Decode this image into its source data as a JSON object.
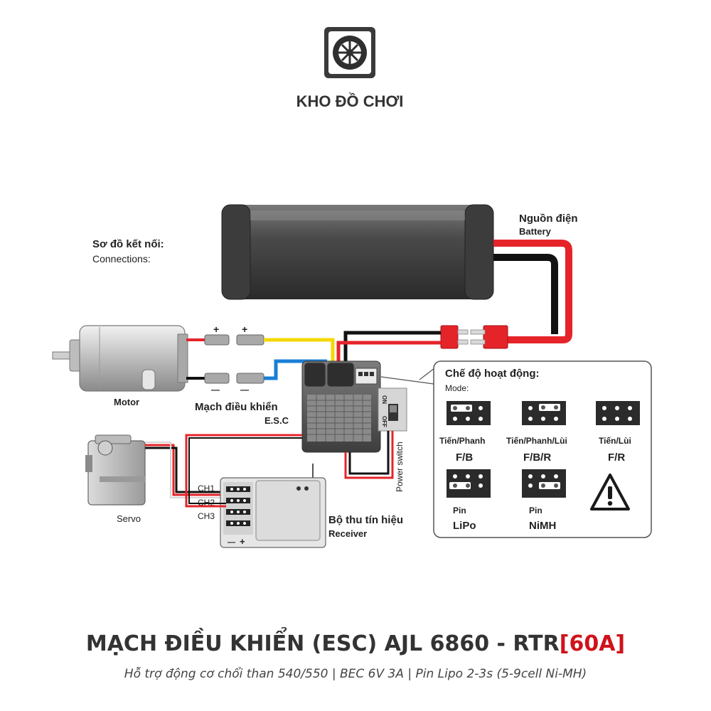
{
  "brand": {
    "name": "KHO ĐỒ CHƠI",
    "logo_icon": "wheel-icon"
  },
  "connections_label": {
    "vi": "Sơ đồ kết nối:",
    "en": "Connections:"
  },
  "battery_label": {
    "vi": "Nguồn điện",
    "en": "Battery"
  },
  "motor_label": "Motor",
  "esc_label": {
    "vi": "Mạch điều khiển",
    "en": "E.S.C"
  },
  "servo_label": "Servo",
  "receiver_label": {
    "vi": "Bộ thu tín hiệu",
    "en": "Receiver"
  },
  "receiver_channels": [
    "CH1",
    "CH2",
    "CH3"
  ],
  "receiver_polarity": {
    "neg": "—",
    "pos": "+"
  },
  "power_switch": {
    "label": "Power switch",
    "on": "ON",
    "off": "OFF"
  },
  "motor_polarity": {
    "pos": "+",
    "neg": "—"
  },
  "mode_panel": {
    "title": "Chế độ hoạt động:",
    "subtitle": "Mode:",
    "modes": [
      {
        "desc": "Tiến/Phanh",
        "code": "F/B"
      },
      {
        "desc": "Tiến/Phanh/Lùi",
        "code": "F/B/R"
      },
      {
        "desc": "Tiến/Lùi",
        "code": "F/R"
      }
    ],
    "battery_types": [
      {
        "prefix": "Pin",
        "type": "LiPo"
      },
      {
        "prefix": "Pin",
        "type": "NiMH"
      }
    ],
    "warning_icon": "warning-triangle-icon"
  },
  "product": {
    "title": "MẠCH ĐIỀU KHIỂN (ESC) AJL 6860 - RTR",
    "title_accent": "[60A]",
    "subtitle": "Hỗ trợ động cơ chổi than 540/550 | BEC 6V 3A | Pin Lipo 2-3s (5-9cell Ni-MH)"
  },
  "colors": {
    "accent": "#d0121b",
    "wire_red": "#e5242a",
    "wire_yellow": "#f5d800",
    "wire_blue": "#1a7fd6",
    "wire_black": "#111111"
  }
}
